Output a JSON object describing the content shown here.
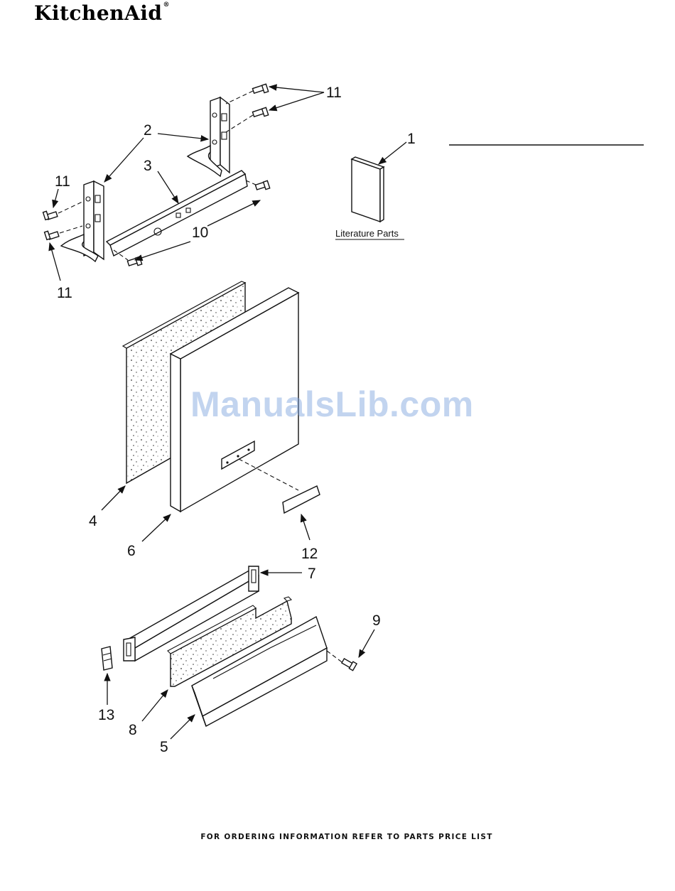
{
  "header": {
    "brand": "KitchenAid",
    "brand_mark": "®"
  },
  "diagram": {
    "callouts": {
      "c1": "1",
      "c2": "2",
      "c3": "3",
      "c4": "4",
      "c5": "5",
      "c6": "6",
      "c7": "7",
      "c8": "8",
      "c9": "9",
      "c10": "10",
      "c11a": "11",
      "c11b": "11",
      "c11c": "11",
      "c12": "12",
      "c13": "13"
    },
    "literature_label": "Literature Parts"
  },
  "watermark": "ManualsLib.com",
  "footer": "FOR ORDERING INFORMATION REFER TO PARTS PRICE LIST",
  "colors": {
    "watermark": "#78a0dc",
    "ink": "#111111"
  }
}
